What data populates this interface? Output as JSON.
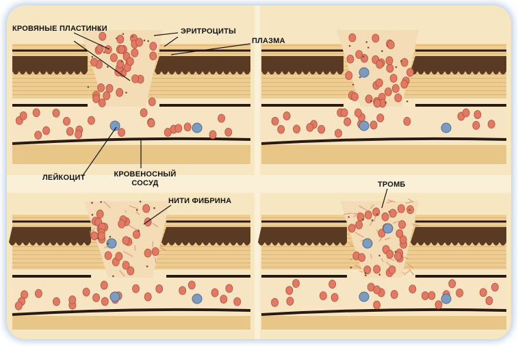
{
  "labels": {
    "platelets": "КРОВЯНЫЕ ПЛАСТИНКИ",
    "erythrocytes": "ЭРИТРОЦИТЫ",
    "plasma": "ПЛАЗМА",
    "leukocyte": "ЛЕЙКОЦИТ",
    "vessel": "КРОВЕНОСНЫЙ СОСУД",
    "fibrin": "НИТИ ФИБРИНА",
    "thrombus": "ТРОМБ"
  },
  "colors": {
    "background": "#f7e6c2",
    "tissue_band": "#e8c688",
    "dark_layer": "#5a3a22",
    "vessel_wall": "#2a1a12",
    "erythrocyte": "#e07a62",
    "leukocyte": "#7d9bbf",
    "fibrin": "#d98a74",
    "frame_glow": "#8fb4d6"
  }
}
